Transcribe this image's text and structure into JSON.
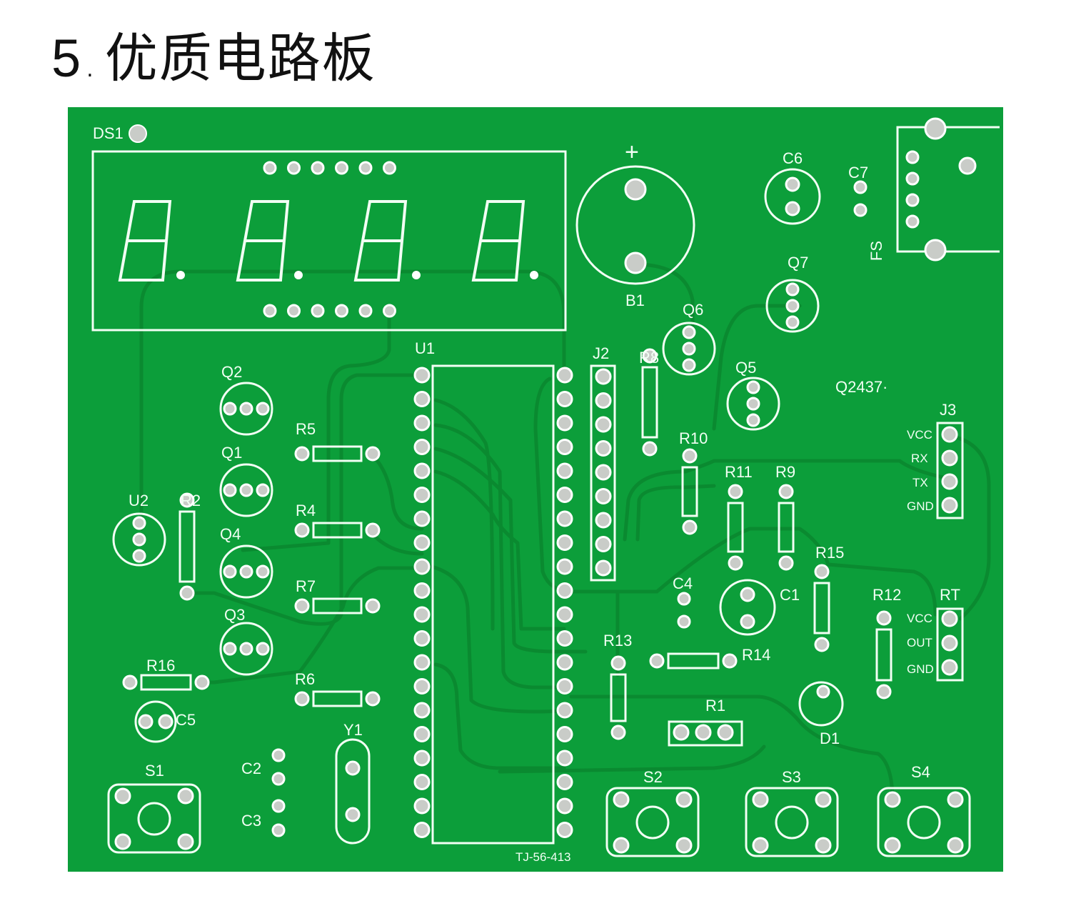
{
  "title": {
    "number": "5",
    "separator": ".",
    "text": "优质电路板"
  },
  "board": {
    "colors": {
      "board": "#0c9e3a",
      "silkscreen": "#f2fff4",
      "pad": "#c9ccc8",
      "trace": "#0a8a30"
    },
    "part_number": "TJ-56-413",
    "marking": "Q2437·",
    "labels": {
      "DS1": "DS1",
      "B1": "B1",
      "plus": "+",
      "C6": "C6",
      "C7": "C7",
      "FS": "FS",
      "Q7": "Q7",
      "Q6": "Q6",
      "Q5": "Q5",
      "Q2": "Q2",
      "Q1": "Q1",
      "Q4": "Q4",
      "Q3": "Q3",
      "U1": "U1",
      "U2": "U2",
      "J2": "J2",
      "R8": "R8",
      "R10": "R10",
      "R11": "R11",
      "R9": "R9",
      "J3": "J3",
      "R5": "R5",
      "R4": "R4",
      "R7": "R7",
      "R2": "R2",
      "R16": "R16",
      "C5": "C5",
      "R6": "R6",
      "C2": "C2",
      "C3": "C3",
      "Y1": "Y1",
      "S1": "S1",
      "S2": "S2",
      "S3": "S3",
      "S4": "S4",
      "R13": "R13",
      "R14": "R14",
      "R1": "R1",
      "D1": "D1",
      "C4": "C4",
      "C1": "C1",
      "R15": "R15",
      "R12": "R12",
      "RT": "RT"
    },
    "j3_pins": [
      "VCC",
      "RX",
      "TX",
      "GND"
    ],
    "rt_pins": [
      "VCC",
      "OUT",
      "GND"
    ]
  }
}
